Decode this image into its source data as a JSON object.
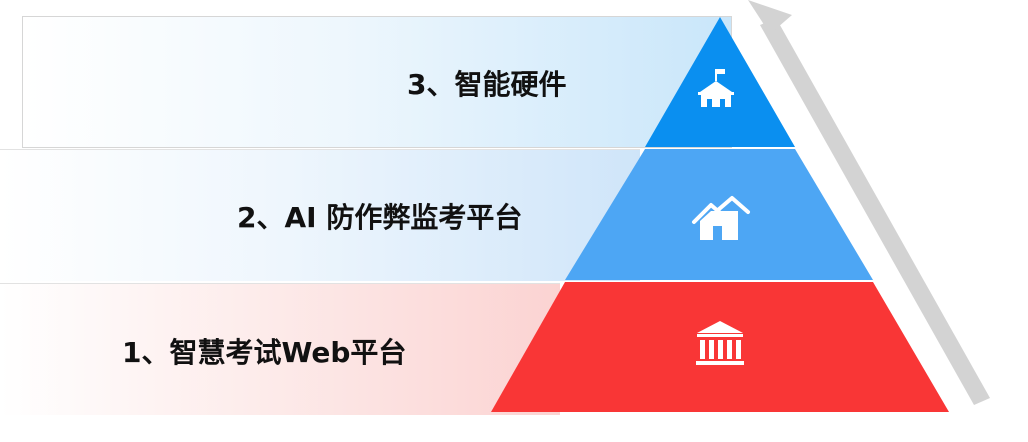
{
  "levels": [
    {
      "label": "1、智慧考试Web平台",
      "icon": "bank-icon",
      "color": "#f93636"
    },
    {
      "label": "2、AI 防作弊监考平台",
      "icon": "house-icon",
      "color": "#4da6f4"
    },
    {
      "label": "3、智能硬件",
      "icon": "school-icon",
      "color": "#0a8ff0"
    }
  ],
  "arrow_color": "#d3d3d3"
}
